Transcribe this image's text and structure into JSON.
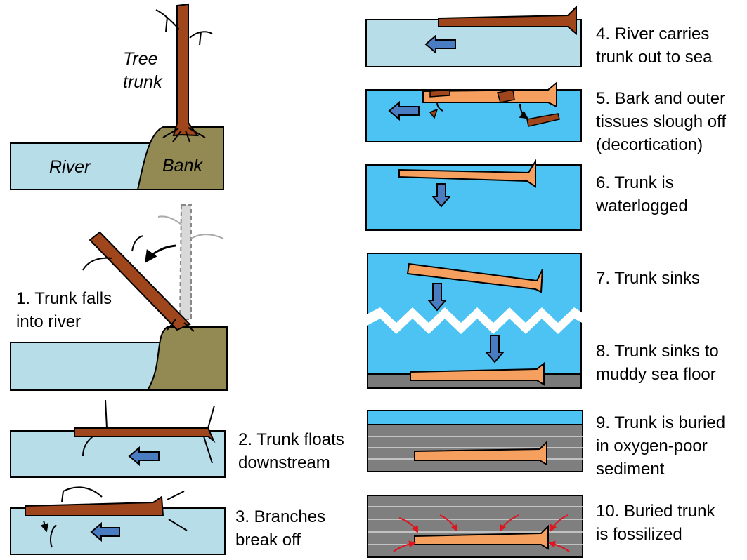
{
  "labels": {
    "tree": [
      "Tree",
      "trunk"
    ],
    "river": "River",
    "bank": "Bank"
  },
  "steps": [
    {
      "lines": [
        "1. Trunk falls",
        "into river"
      ]
    },
    {
      "lines": [
        "2. Trunk floats",
        "downstream"
      ]
    },
    {
      "lines": [
        "3. Branches",
        "break off"
      ]
    },
    {
      "lines": [
        "4. River carries",
        "trunk out to sea"
      ]
    },
    {
      "lines": [
        "5. Bark and outer",
        "tissues slough off",
        "(decortication)"
      ]
    },
    {
      "lines": [
        "6. Trunk is",
        "waterlogged"
      ]
    },
    {
      "lines": [
        "7. Trunk sinks"
      ]
    },
    {
      "lines": [
        "8. Trunk sinks to",
        "muddy sea floor"
      ]
    },
    {
      "lines": [
        "9. Trunk is buried",
        "in oxygen-poor",
        "sediment"
      ]
    },
    {
      "lines": [
        "10. Buried trunk",
        "is fossilized"
      ]
    }
  ],
  "colors": {
    "river": "#b6dde8",
    "sea": "#4dc3f3",
    "bank": "#938953",
    "trunk": "#a0461c",
    "decorticated": "#f5a05e",
    "arrow": "#4a7cc1",
    "sediment": "#7f7f7f",
    "seafloor": "#7a7a7a",
    "pressure": "#e0141e"
  }
}
